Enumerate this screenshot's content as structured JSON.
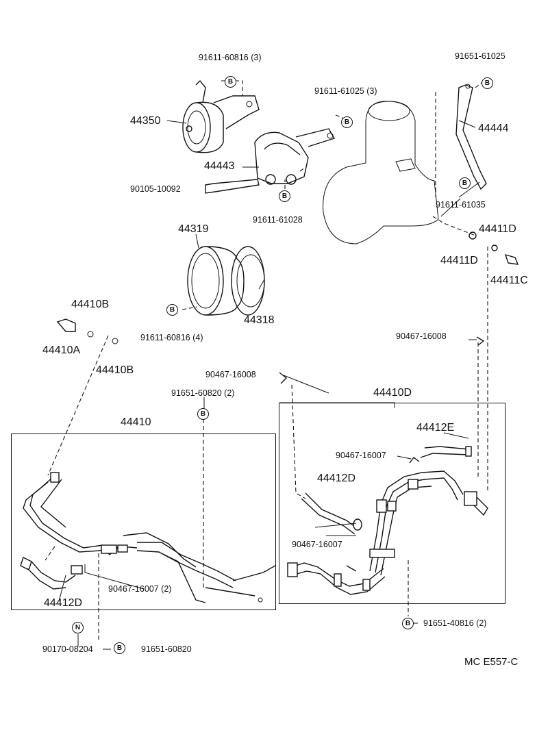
{
  "diagram": {
    "reference": "MC E557-C",
    "badges": {
      "bolt": "B",
      "nut": "N"
    },
    "parts": {
      "p44350": "44350",
      "p44443": "44443",
      "p44444": "44444",
      "p44319": "44319",
      "p44318": "44318",
      "p44410B_top": "44410B",
      "p44410A": "44410A",
      "p44410B_bottom": "44410B",
      "p44411D_top": "44411D",
      "p44411D_bottom": "44411D",
      "p44411C": "44411C",
      "p44410": "44410",
      "p44410D": "44410D",
      "p44412E": "44412E",
      "p44412D_right": "44412D",
      "p44412D_left": "44412D"
    },
    "fasteners": {
      "f91611_60816_3": "91611-60816 (3)",
      "f91651_61025": "91651-61025",
      "f91611_61025_3": "91611-61025 (3)",
      "f90105_10092": "90105-10092",
      "f91611_61028": "91611-61028",
      "f91611_61035": "91611-61035",
      "f91611_60816_4": "91611-60816 (4)",
      "f90467_16008_right": "90467-16008",
      "f90467_16008_mid": "90467-16008",
      "f91651_60820_2": "91651-60820 (2)",
      "f90467_16007_top": "90467-16007",
      "f90467_16007_mid": "90467-16007",
      "f90467_16007_2": "90467-16007 (2)",
      "f90170_08204": "90170-08204",
      "f91651_60820": "91651-60820",
      "f91651_40816_2": "91651-40816 (2)"
    }
  }
}
